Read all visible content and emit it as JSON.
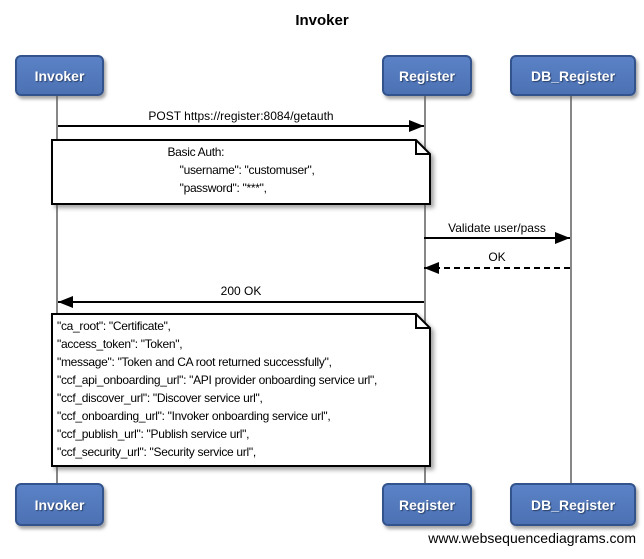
{
  "title": "Invoker",
  "actors": [
    {
      "label": "Invoker"
    },
    {
      "label": "Register"
    },
    {
      "label": "DB_Register"
    }
  ],
  "messages": [
    {
      "label": "POST https://register:8084/getauth",
      "from": "Invoker",
      "to": "Register",
      "line": "solid"
    },
    {
      "label": "Validate user/pass",
      "from": "Register",
      "to": "DB_Register",
      "line": "solid"
    },
    {
      "label": "OK",
      "from": "DB_Register",
      "to": "Register",
      "line": "dashed"
    },
    {
      "label": "200 OK",
      "from": "Register",
      "to": "Invoker",
      "line": "solid"
    }
  ],
  "notes": [
    {
      "over": "Invoker,Register",
      "lines": [
        "Basic Auth:",
        "    \"username\": \"customuser\",",
        "    \"password\": \"***\","
      ]
    },
    {
      "over": "Invoker,Register",
      "lines": [
        "\"ca_root\": \"Certificate\",",
        "\"access_token\": \"Token\",",
        "\"message\": \"Token and CA root returned successfully\",",
        "\"ccf_api_onboarding_url\": \"API provider onboarding service url\",",
        "\"ccf_discover_url\": \"Discover service url\",",
        "\"ccf_onboarding_url\": \"Invoker onboarding service url\",",
        "\"ccf_publish_url\": \"Publish service url\",",
        "\"ccf_security_url\": \"Security service url\","
      ]
    }
  ],
  "footer": "www.websequencediagrams.com",
  "colors": {
    "actor_fill": "#5278BC",
    "actor_border": "#32538C",
    "actor_text": "#FFFFFF",
    "lifeline": "#878787",
    "arrow": "#000000",
    "note_bg": "#FFFFFF",
    "note_border": "#000000",
    "background": "#FFFFFF"
  }
}
